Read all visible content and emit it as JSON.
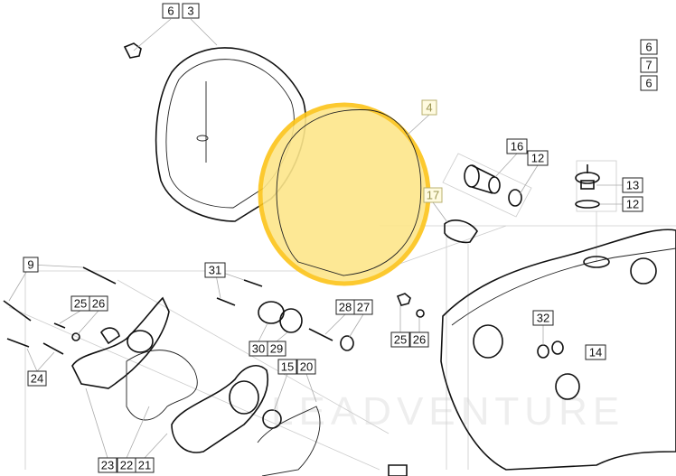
{
  "diagram": {
    "watermark": "LEADVENTURE",
    "highlight_color": "#fdd835",
    "highlighted_part": "4",
    "callouts": [
      {
        "id": "c-6a",
        "label": "6"
      },
      {
        "id": "c-3",
        "label": "3"
      },
      {
        "id": "c-4",
        "label": "4"
      },
      {
        "id": "c-16",
        "label": "16"
      },
      {
        "id": "c-12a",
        "label": "12"
      },
      {
        "id": "c-13",
        "label": "13"
      },
      {
        "id": "c-12b",
        "label": "12"
      },
      {
        "id": "c-17",
        "label": "17"
      },
      {
        "id": "c-6b",
        "label": "6"
      },
      {
        "id": "c-7",
        "label": "7"
      },
      {
        "id": "c-6c",
        "label": "6"
      },
      {
        "id": "c-9",
        "label": "9"
      },
      {
        "id": "c-31",
        "label": "31"
      },
      {
        "id": "c-25a",
        "label": "25"
      },
      {
        "id": "c-26a",
        "label": "26"
      },
      {
        "id": "c-28",
        "label": "28"
      },
      {
        "id": "c-27",
        "label": "27"
      },
      {
        "id": "c-25b",
        "label": "25"
      },
      {
        "id": "c-26b",
        "label": "26"
      },
      {
        "id": "c-32",
        "label": "32"
      },
      {
        "id": "c-14",
        "label": "14"
      },
      {
        "id": "c-30",
        "label": "30"
      },
      {
        "id": "c-29",
        "label": "29"
      },
      {
        "id": "c-15",
        "label": "15"
      },
      {
        "id": "c-20",
        "label": "20"
      },
      {
        "id": "c-24",
        "label": "24"
      },
      {
        "id": "c-23",
        "label": "23"
      },
      {
        "id": "c-22",
        "label": "22"
      },
      {
        "id": "c-21",
        "label": "21"
      }
    ]
  }
}
